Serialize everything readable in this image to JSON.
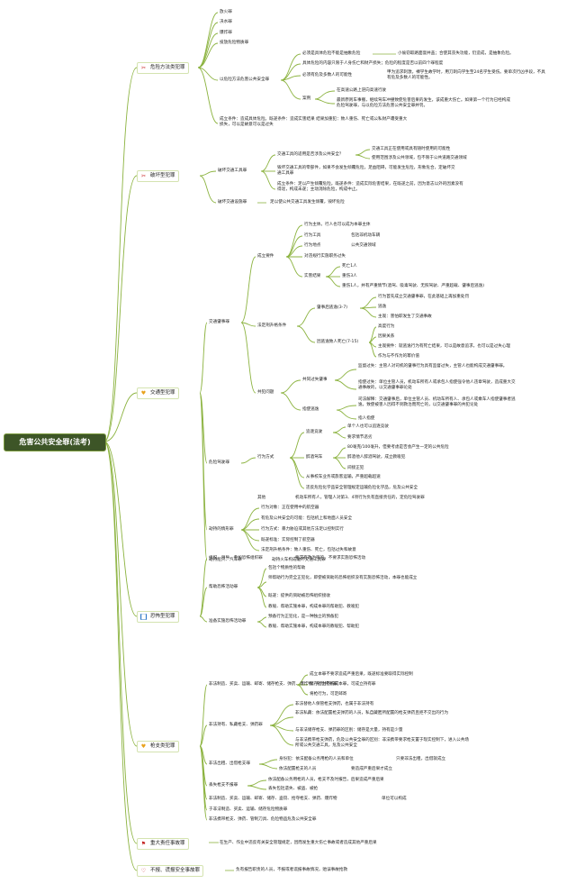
{
  "root": "危害公共安全罪(法考)",
  "categories": {
    "danger": "危险方法类犯罪",
    "destroy": "破坏型犯罪",
    "traffic": "交通型犯罪",
    "terror": "恐怖型犯罪",
    "gun": "枪支类犯罪",
    "liability": "重大责任事故罪",
    "report": "不报、谎报安全事故罪"
  },
  "colors": {
    "root_bg": "#3d5527",
    "line": "#8cb340",
    "cat_border": "#d4e3b0"
  },
  "icons": {
    "danger": "scissors-icon",
    "destroy": "scissors-icon",
    "traffic": "heart-icon",
    "terror": "book-icon",
    "gun": "heart-icon",
    "liability": "flag-icon",
    "report": "heart-icon"
  },
  "danger": {
    "items": [
      "放火罪",
      "决水罪",
      "爆炸罪",
      "投放危险物质罪"
    ],
    "other_method": "以危险方法危害公共安全罪",
    "c1": "必须是具体危险不能是抽象危险",
    "c1n": "小偷窃取路面窨井盖；合使其丧失功能，仍造成，是抽象危险。",
    "c2": "具体危险的内容只限于人身伤亡和财产损失；危险的程度是否以前四个罪程度",
    "c3": "必须有危及多数人的可能性",
    "c3n": "甲为追求刺激，裸学生故学时，用刀刺向学生至24名学生受伤。要单次行凶手段，不具有危及多数人的可能性。",
    "case": "案例",
    "case1": "在高速公路上逆向高速行驶",
    "case2": "最新原则车事撤，继续驾车冲撞致使危害后果的发生，该成重大伤亡。如果第一个行为已经构成危险驾驶罪，与以危险方法危害公共安全罪并罚。",
    "result": "成立条件：造成具体危险。既遂条件：造成实害结果 结果加重犯：致人重伤、死亡或公私财产遭受重大损失，可以是故意可以是过失"
  },
  "destroy": {
    "vehicle_crime": "破坏交通工具罪",
    "v1": "交通工具的适用是否涉及公共安全？",
    "v1a": "交通工具正在使用或具有随时使用的可能性",
    "v1b": "使用范围涉及公共领域，包不限于公共道路交通领域",
    "v2": "毁坏交通工具的零部件，如果不会发生倾覆危险，足益阻碍，可能发生危险，形象危合，定破坏交通工具罪",
    "v3": "成立条件：足以产生倾覆危险。既遂条件：造成实际危害结果，在既遂之前，因为意志以外的因素没有得逞，构成未遂；主动消除危险，构成中止。",
    "facility_crime": "破坏交通设施罪",
    "f1": "足以使公共交通工具发生倾覆，毁坏危险"
  },
  "traffic": {
    "accident": "交通肇事罪",
    "elements": "成立要件",
    "e1": "行为主体。行人也可以成为本罪主体",
    "e2": "行为工具",
    "e2n": "包括非机动车辆",
    "e3": "行为地点",
    "e3n": "公共交通领域",
    "e4": "对违规行实施职务过失",
    "result_label": "实害结果",
    "r1": "死亡1人",
    "r2": "重伤3人",
    "r3": "重伤1人，并有严重情节(酒驾、吸毒驾驶、无照驾驶、严重超载、肇事后逃逸)",
    "aggravated": "法定刑升格条件",
    "escape": "肇事后逃逸(3-7)",
    "esc1": "行为首先成立交通肇事罪，在此基础上再加重处罚",
    "esc2": "逃逸",
    "esc3": "主观：害怕职发生了交通事故",
    "death": "因逃逸致人死亡(7-15)",
    "d1": "高度行为",
    "d2": "因果关系",
    "d3": "主观要件：就逃逸行为有死亡结果，可以是故意追求，也可以是过失心理",
    "d4": "作为与不作为的幂价值",
    "joint": "共犯问题",
    "joint1": "共同过失肇事",
    "j1a": "监督过失：主管人对司机的肇事行为具有监督过失，主管人也能构成交通肇事罪。",
    "j1b": "指使过失：单位主管人员，机动车所有人或承包人指使强令他人违章驾驶，造成重大交通事故的，以交通肇事罪论处",
    "instigate": "指使逃逸",
    "i1": "司法解释：交通肇事后，单位主管人员、机动车所有人、承包人或乘车人指使肇事者逃逸，致使被害人因得不到救治而死亡的，以交通肇事罪的共犯论处",
    "i2": "指人指使",
    "dangerous": "危险驾驶罪",
    "modes": "行为方式",
    "chase": "追逐竞驶",
    "ch1": "单个人也可以追逐竞驶",
    "ch2": "要求情节恶劣",
    "drunk": "醉酒驾车",
    "dr1": "80毫克/100毫升，但要考虑是否会产生一定的公共危险",
    "dr2": "醉酒他人醉酒驾驶，成立教唆犯",
    "dr3": "间接正犯",
    "m3": "从事校车业务或旅客运输，严重超载超速",
    "m4": "违反危险化学品安全管理规定运输危险化学品，危及公共安全",
    "others": "其他",
    "others_n": "机动车所有人，管理人对第3、4项行为负有直接责任的，定危险驾驶罪",
    "hijack": "劫持的情形罪",
    "h1": "行为对象：正在使用中的航空器",
    "h2": "有危及公共安全的可能：包括机上和地面人员安全",
    "h3": "行为方式：暴力胁迫或其他方法足以控制实行",
    "h4": "既遂标准：实际控制了航空器",
    "h5": "法定刑升格条件：致人重伤、死亡，包括过失和故意",
    "ship": "劫持船只、汽车罪",
    "ship_n": "劫持火车构成破坏交通工具罪"
  },
  "terror": {
    "org": "组织、领导、参加恐怖组织罪",
    "org_n": "要求有政治目的，不要求实施恐怖活动",
    "fund": "帮助恐怖活动罪",
    "f1": "包括个物质性的帮助",
    "f2": "师帮助行为完全正犯化，即使被资助的恐怖组织没有实施恐怖活动，本罪也能成立",
    "f3": "既遂：提供的资助被恐怖组织接收",
    "f4": "教唆、帮助实施本罪，构成本罪的帮助犯、教唆犯",
    "prepare": "准备实施恐怖活动罪",
    "p1": "预备行为正犯化，是一种独立的预备犯",
    "p2": "教唆、帮助实施本罪，构成本罪的教唆犯、帮助犯"
  },
  "gun": {
    "illegal_make": "非法制造、买卖、运输、邮寄、储存枪支、弹药、爆炸物、危险物质罪",
    "g1": "成立本罪不要求造成严重后果，既遂标准要取得实际控制",
    "g2": "储存行为不构成本罪，可成立持有罪",
    "g3": "将枪行为，可定邮寄",
    "illegal_deal": "非法持有、私藏枪支、弹药罪",
    "d1": "非法替他人保管枪支弹药，也属于非法持有",
    "d2": "非法私藏：依法配置枪支弹药的人员，私自藏匿所配置的枪支弹药且拒不交出的行为",
    "d3": "与非法储存枪支、弹药罪的区别：储存是大量，持有是少量",
    "d4": "与非法携带枪支弹药，危及公共安全罪的区别：非法携带要求枪支置于现实控制下，进入公共场所或公共交通工具，危及公共安全",
    "rent": "非法出租、出借枪支罪",
    "r1": "身份犯：依法配备公务用枪的人员和单位",
    "r1n": "只要非法出租，出借就成立",
    "r2": "依法配置枪支的人员",
    "r2n": "要造成严重后果才成立",
    "lost": "丢失枪支不报罪",
    "l1": "依法配备公务用枪的人员，枪支不及时报告，后果造成严重后果",
    "l2": "丢失包括遗失、被盗、被抢",
    "steal": "非法制造、买卖、运输、邮寄、储存、盗窃、抢夺枪支、弹药、爆炸物",
    "steal_n": "单位可以构成",
    "rob": "于非法制造、买卖、运输、储存危险物质罪",
    "carry": "非法携带枪支、弹药、管制刀具、危险物品危及公共安全罪"
  },
  "liability": {
    "desc": "在生产、作业中违反有关安全管理规定，因而发生重大伤亡事故或者造成其他严重后果"
  },
  "report": {
    "desc": "负有报告职责的人员，不报或者谎报事故情况，贻误事故抢救"
  }
}
